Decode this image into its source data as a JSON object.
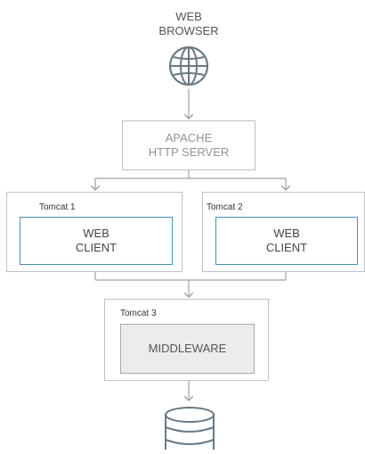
{
  "browser": {
    "label": "WEB\nBROWSER",
    "icon": "globe-icon"
  },
  "apache": {
    "label": "APACHE\nHTTP SERVER"
  },
  "tomcat1": {
    "title": "Tomcat 1",
    "inner_label": "WEB\nCLIENT"
  },
  "tomcat2": {
    "title": "Tomcat 2",
    "inner_label": "WEB\nCLIENT"
  },
  "tomcat3": {
    "title": "Tomcat 3",
    "inner_label": "MIDDLEWARE"
  },
  "database": {
    "icon": "database-icon"
  },
  "colors": {
    "client_border": "#4a8fb3",
    "box_border": "#bcc3c8",
    "arrow": "#9aa3a9",
    "icon_stroke": "#6a7a84",
    "middleware_fill": "#ececec"
  }
}
